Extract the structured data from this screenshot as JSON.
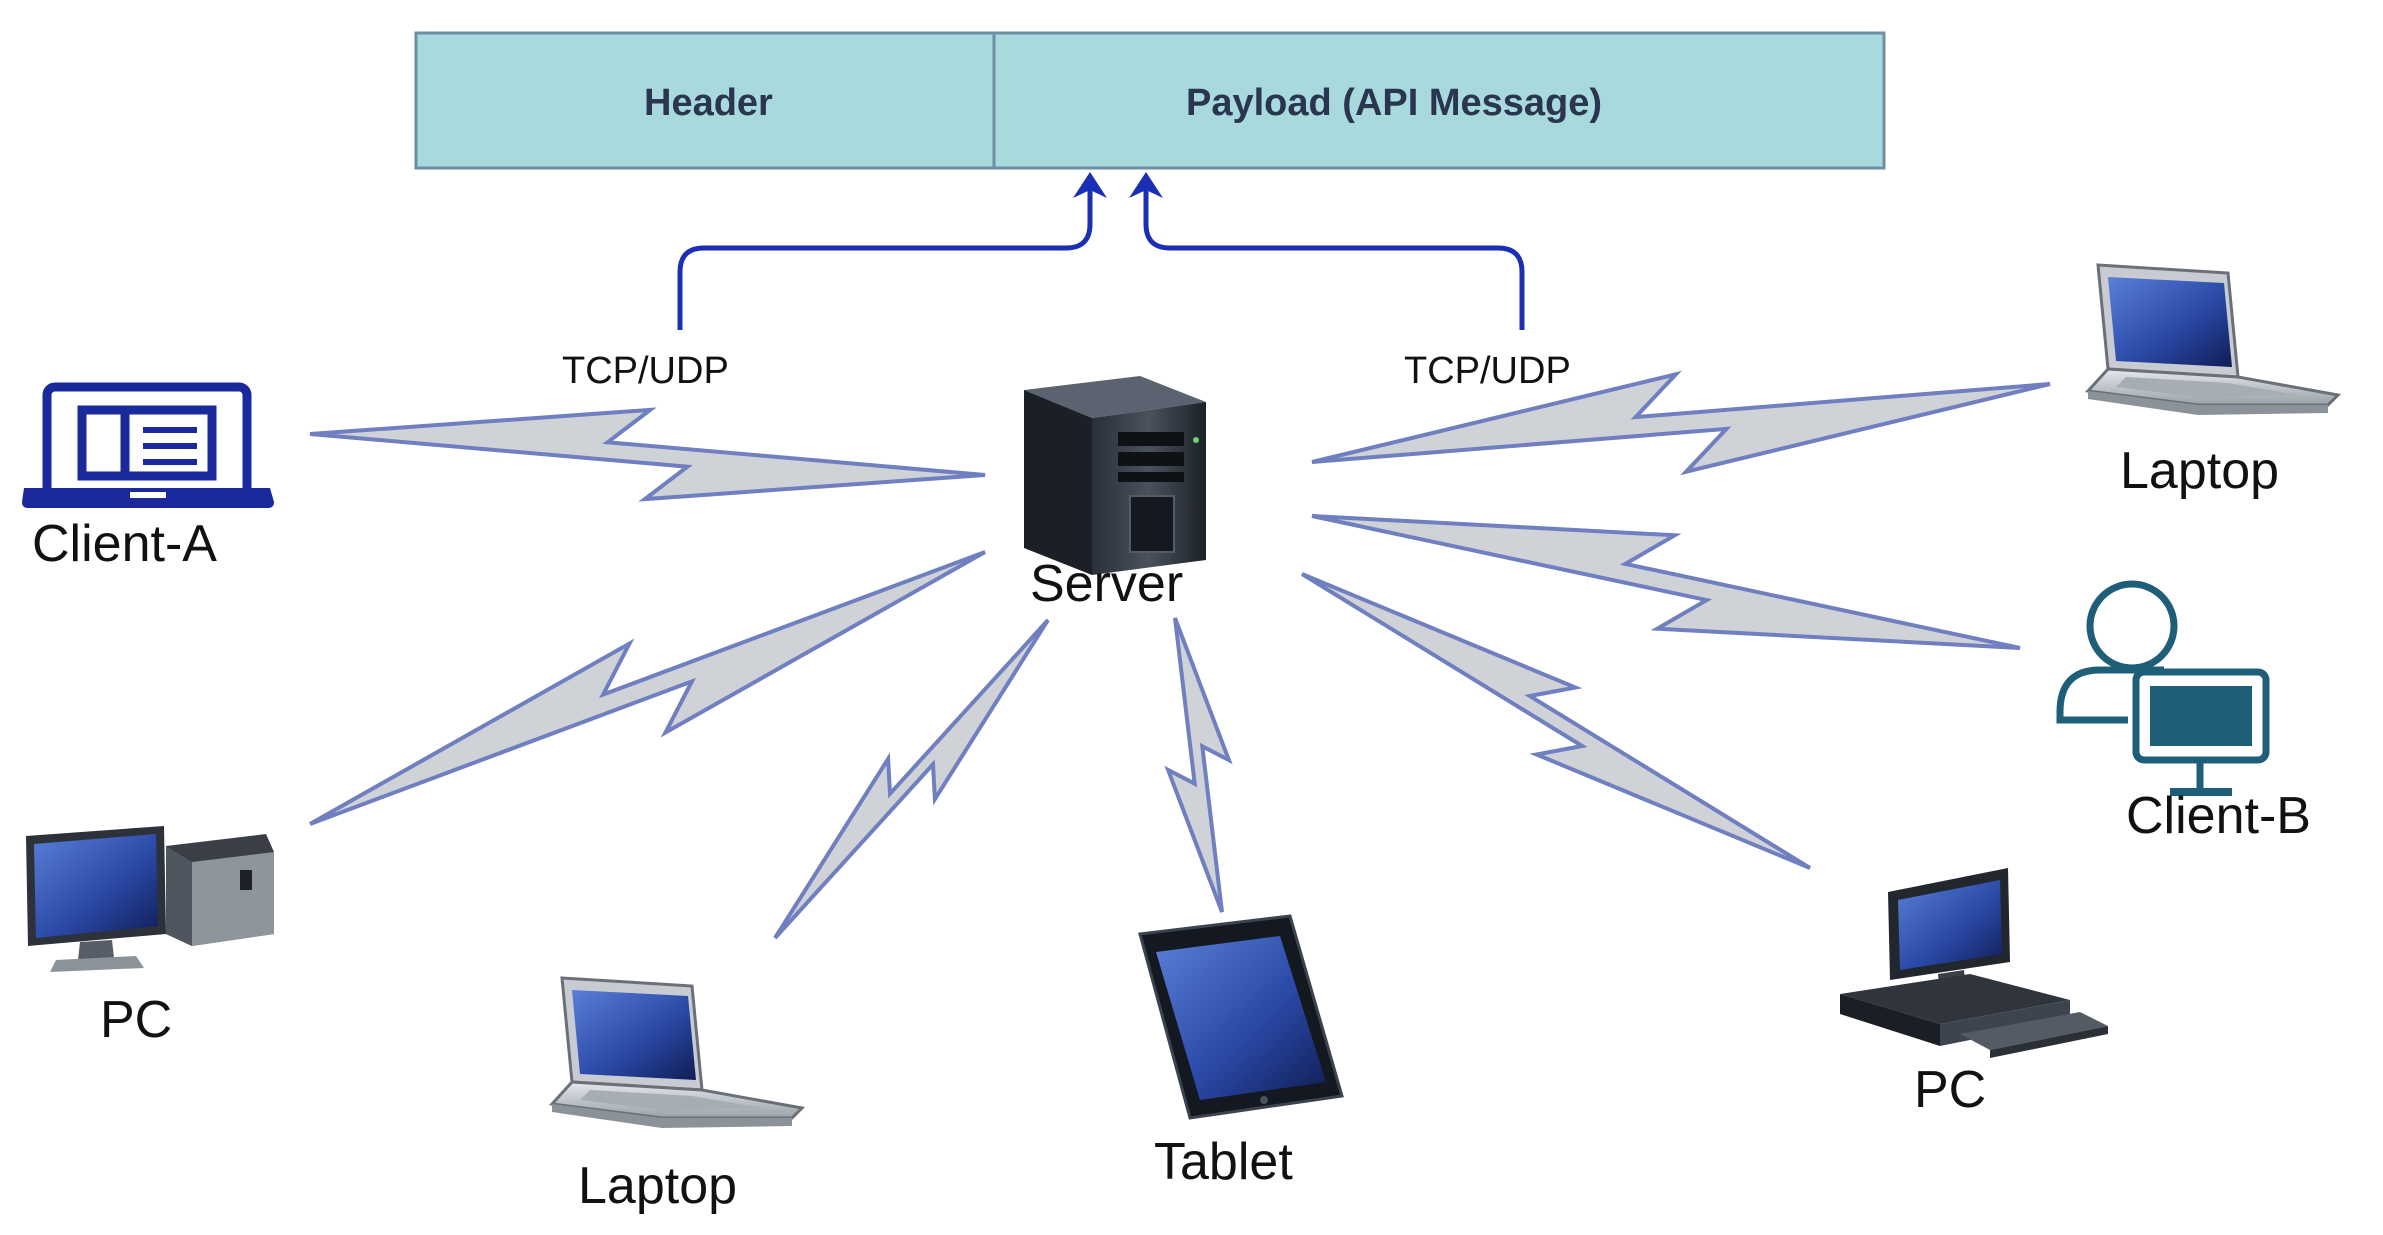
{
  "packet": {
    "header_label": "Header",
    "payload_label": "Payload (API Message)",
    "fill_color": "#a8d9dc",
    "border_color": "#6d8fa6"
  },
  "protocol": {
    "left_label": "TCP/UDP",
    "right_label": "TCP/UDP",
    "arrow_color": "#1a2fb5"
  },
  "link": {
    "fill_color": "#cfd2d6",
    "stroke_color": "#6f7fc0"
  },
  "nodes": {
    "server": {
      "label": "Server",
      "icon": "server-tower-icon"
    },
    "client_a": {
      "label": "Client-A",
      "icon": "laptop-outline-icon",
      "color": "#1a2a9c"
    },
    "client_b": {
      "label": "Client-B",
      "icon": "user-desktop-icon",
      "color": "#1f5e78"
    },
    "laptop_top_right": {
      "label": "Laptop",
      "icon": "laptop-icon"
    },
    "laptop_bottom": {
      "label": "Laptop",
      "icon": "laptop-icon"
    },
    "pc_left": {
      "label": "PC",
      "icon": "desktop-pc-icon"
    },
    "pc_right": {
      "label": "PC",
      "icon": "desktop-pc-icon"
    },
    "tablet": {
      "label": "Tablet",
      "icon": "tablet-icon"
    }
  }
}
